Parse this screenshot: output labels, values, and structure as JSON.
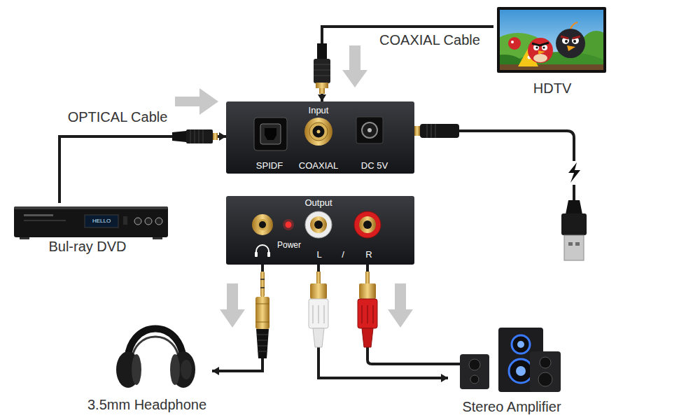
{
  "diagram": {
    "nodes": [
      {
        "text": [
          "HDTV"
        ]
      },
      {
        "text": [
          "Input",
          "SPIDF",
          "COAXIAL",
          "DC 5V"
        ]
      },
      {
        "text": [
          "HELLO",
          "Bul-ray DVD"
        ]
      },
      {
        "text": [
          "Output",
          "Power",
          "L",
          "/",
          "R"
        ]
      },
      {
        "text": [
          "3.5mm Headphone"
        ]
      },
      {
        "text": [
          "Stereo Amplifier"
        ]
      }
    ],
    "edges": [
      {
        "from": 0,
        "to": 1,
        "label": "COAXIAL Cable",
        "arrow": "to"
      },
      {
        "from": 2,
        "to": 1,
        "label": "OPTICAL Cable",
        "arrow": "to"
      },
      {
        "from": 3,
        "to": 4,
        "arrow": "to"
      },
      {
        "from": 3,
        "to": 5,
        "arrow": "to"
      }
    ]
  }
}
